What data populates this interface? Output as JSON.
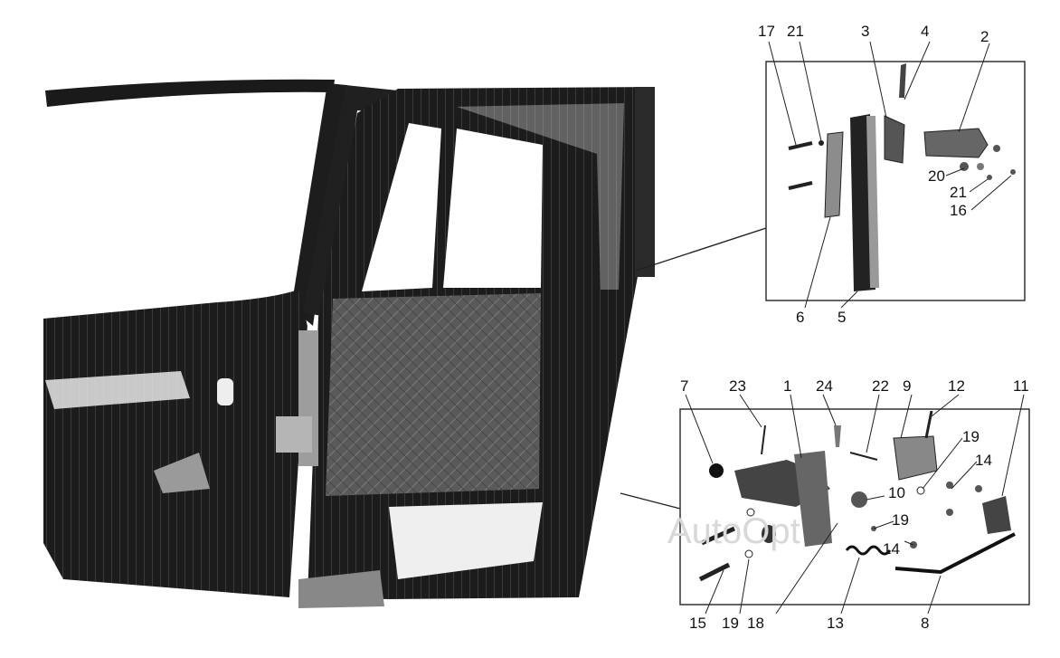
{
  "watermark": "AutoOpt",
  "callouts": [
    "17",
    "21",
    "3",
    "4",
    "2",
    "20",
    "21",
    "16",
    "6",
    "5",
    "7",
    "23",
    "1",
    "24",
    "22",
    "9",
    "12",
    "11",
    "19",
    "14",
    "10",
    "19",
    "14",
    "15",
    "19",
    "18",
    "13",
    "8"
  ]
}
